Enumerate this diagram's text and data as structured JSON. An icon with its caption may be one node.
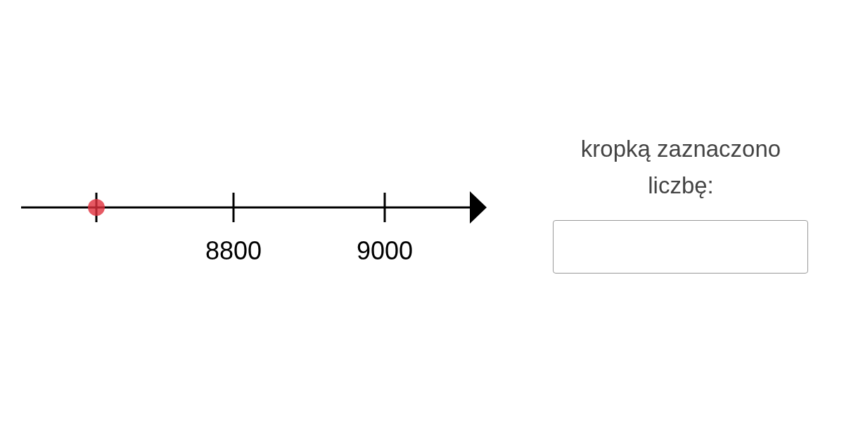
{
  "diagram": {
    "labels": [
      "8800",
      "9000",
      "kropką zaznaczono liczbę:"
    ]
  }
}
